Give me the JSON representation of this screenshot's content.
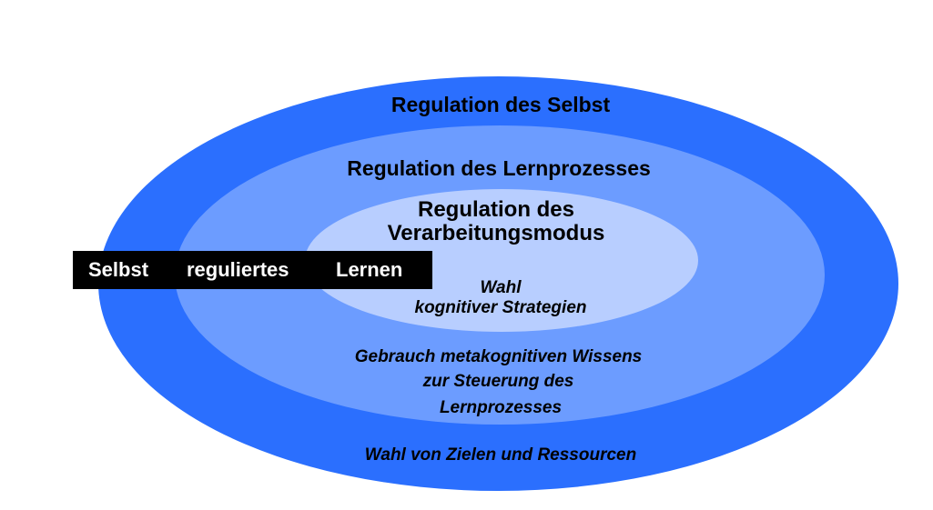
{
  "diagram": {
    "outer": {
      "title": "Regulation des Selbst",
      "text": "Wahl von Zielen und Ressourcen",
      "color": "#2b6ffe"
    },
    "middle": {
      "title": "Regulation des Lernprozesses",
      "text_lines": [
        "Gebrauch metakognitiven Wissens",
        "zur Steuerung des",
        "Lernprozesses"
      ],
      "color": "#6c9cff"
    },
    "inner": {
      "title_lines": [
        "Regulation des",
        "Verarbeitungsmodus"
      ],
      "text_lines": [
        "Wahl",
        "kognitiver Strategien"
      ],
      "color": "#b8ceff"
    },
    "box": {
      "words": [
        "Selbst",
        "reguliertes",
        "Lernen"
      ],
      "background": "#000000",
      "text_color": "#ffffff"
    }
  }
}
